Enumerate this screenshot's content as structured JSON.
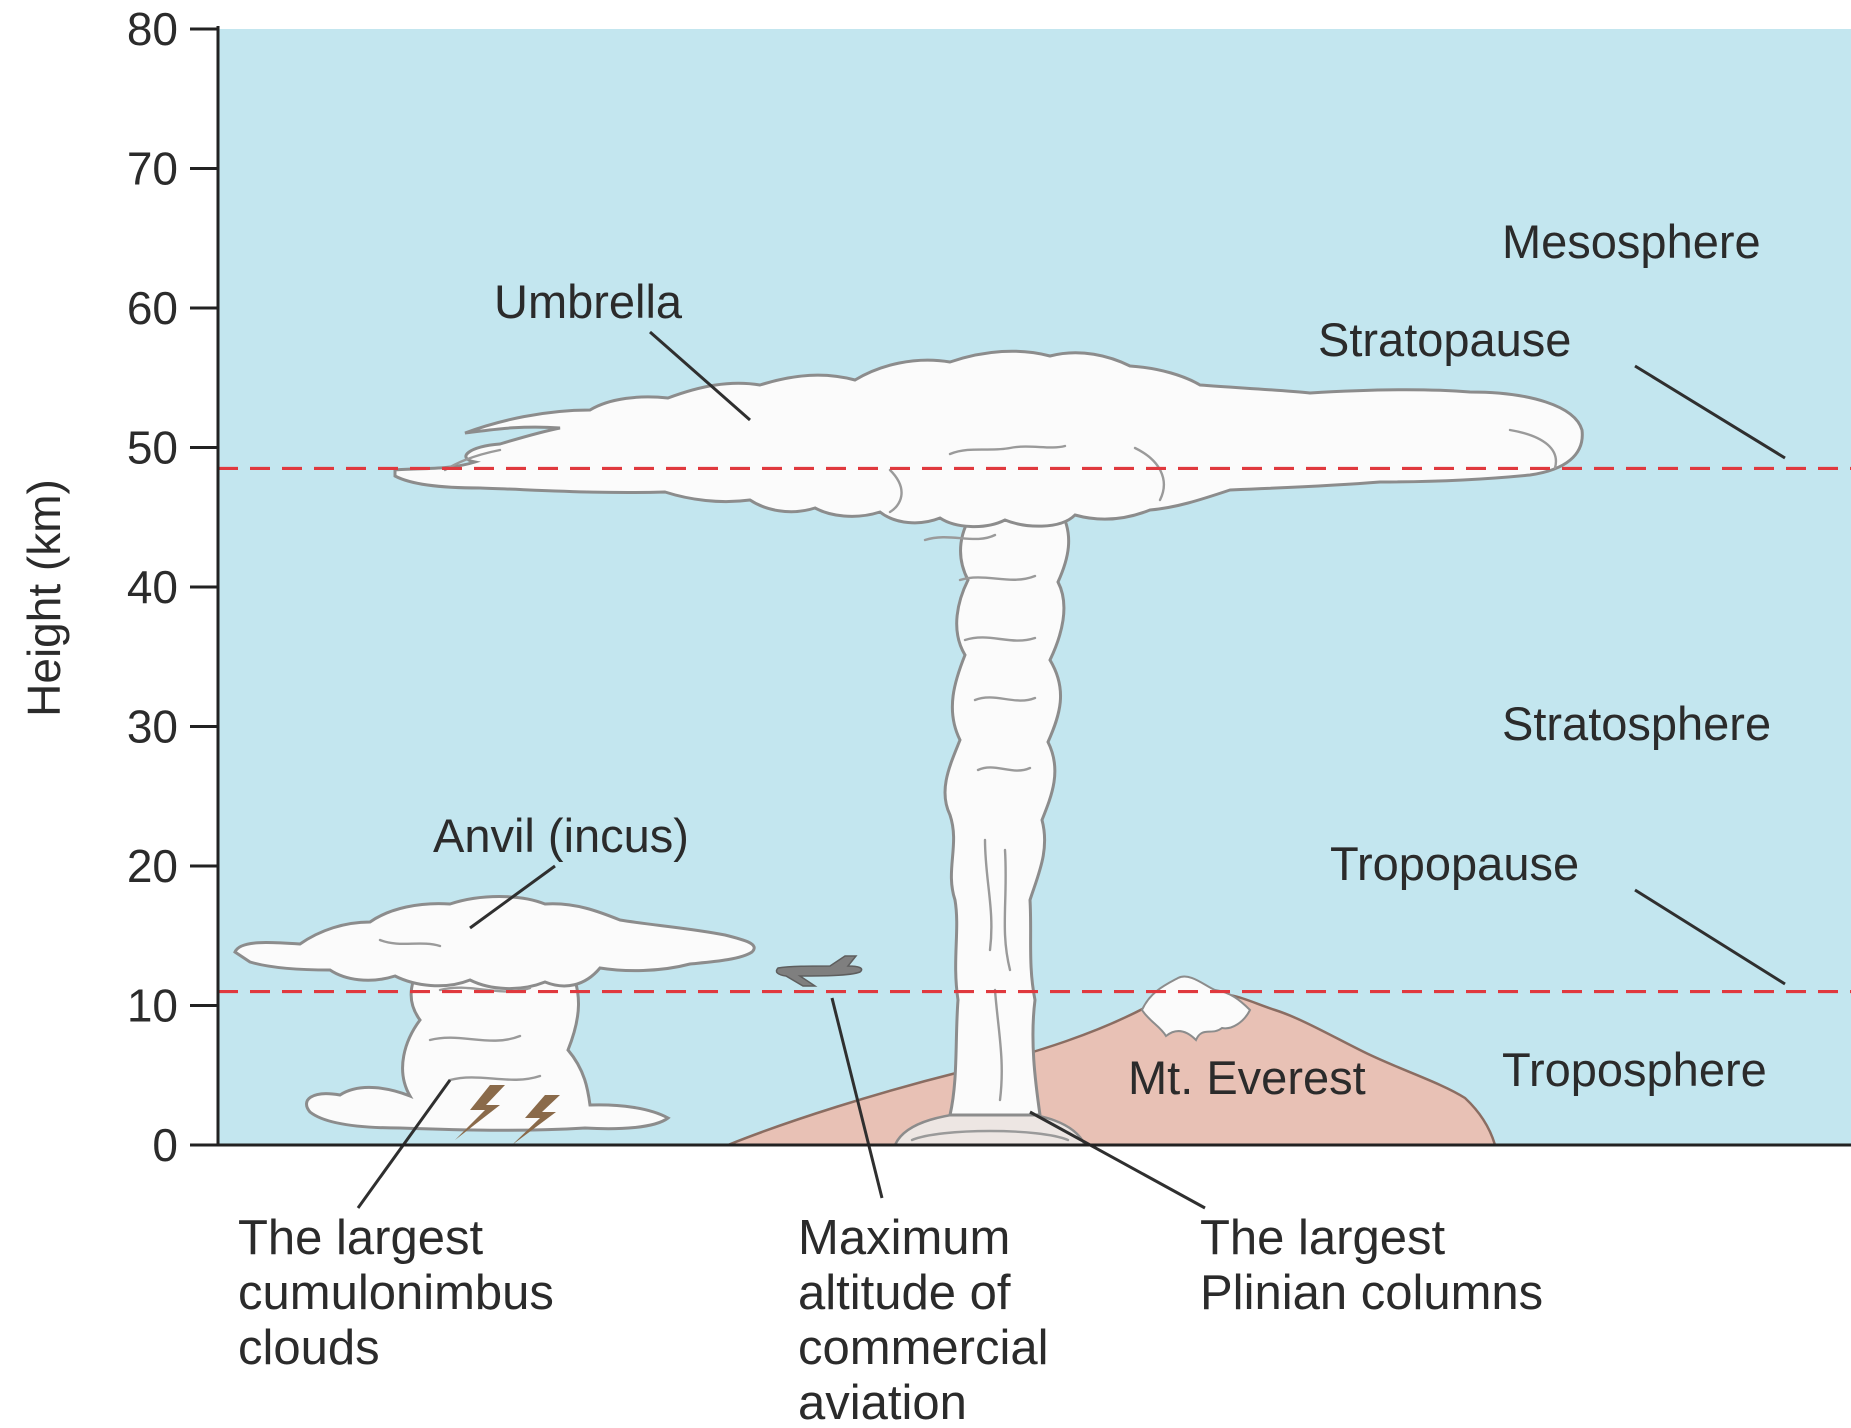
{
  "chart_data": {
    "type": "diagram",
    "ylabel": "Height (km)",
    "ylim": [
      0,
      80
    ],
    "y_ticks": [
      "0",
      "10",
      "20",
      "30",
      "40",
      "50",
      "60",
      "70",
      "80"
    ],
    "boundaries": [
      {
        "name": "Tropopause",
        "height_km": 11
      },
      {
        "name": "Stratopause",
        "height_km": 48.5
      }
    ],
    "regions": [
      "Mesosphere",
      "Stratosphere",
      "Troposphere"
    ],
    "features": {
      "umbrella": "Umbrella",
      "anvil": "Anvil (incus)",
      "everest": "Mt. Everest",
      "everest_height_km": 8.8,
      "anvil_top_km": 18,
      "umbrella_top_km": 57,
      "aviation_altitude_km": 12.5
    },
    "callouts": {
      "cumulonimbus": [
        "The largest",
        "cumulonimbus",
        "clouds"
      ],
      "aviation": [
        "Maximum",
        "altitude of",
        "commercial",
        "aviation"
      ],
      "plinian": [
        "The largest",
        "Plinian columns"
      ]
    }
  },
  "colors": {
    "sky": "#c3e6ef",
    "mountain": "#e8c1b5",
    "mountain_stroke": "#8a6d62",
    "cloud": "#fbfbfb",
    "boundary": "#e0393e",
    "lightning": "#8a6a4a"
  }
}
